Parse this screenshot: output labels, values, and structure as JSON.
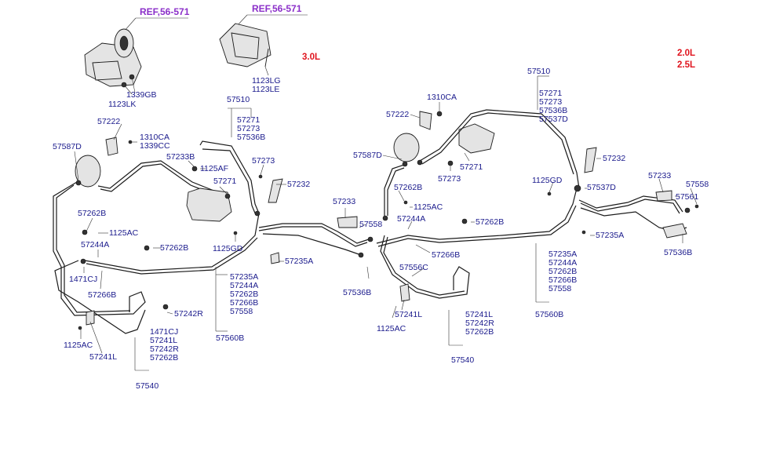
{
  "refs": {
    "ref_left": "REF,56-571",
    "ref_mid": "REF,56-571"
  },
  "engines": {
    "e30": "3.0L",
    "e20": "2.0L",
    "e25": "2.5L"
  },
  "labels": {
    "l1339GB": "1339GB",
    "l1123LK": "1123LK",
    "l1123LG": "1123LG",
    "l1123LE": "1123LE",
    "l57510a": "57510",
    "l57222a": "57222",
    "l1310CAa": "1310CA",
    "l1339CC": "1339CC",
    "l57587Da": "57587D",
    "l57233B": "57233B",
    "l1125AF": "1125AF",
    "l57273a": "57273",
    "l57232a": "57232",
    "l57271a": "57271",
    "l57262Ba": "57262B",
    "l1125ACa": "1125AC",
    "l57244Aa": "57244A",
    "l57262Bb": "57262B",
    "l1471CJa": "1471CJ",
    "l57266Ba": "57266B",
    "l57242Ra": "57242R",
    "l1125ACb": "1125AC",
    "l57241La": "57241L",
    "l1125GDa": "1125GD",
    "l57235Aa": "57235A",
    "l57560Ba": "57560B",
    "l57540a": "57540",
    "l57233a": "57233",
    "l57558a": "57558",
    "l57536Ba": "57536B",
    "l57222b": "57222",
    "l1310CAb": "1310CA",
    "l57587Db": "57587D",
    "l57273b": "57273",
    "l57271b": "57271",
    "l57262Bc": "57262B",
    "l1125ACc": "1125AC",
    "l57244Ab": "57244A",
    "l57262Bd": "57262B",
    "l57266Bb": "57266B",
    "l57556C": "57556C",
    "l57241Lb": "57241L",
    "l1125ACd": "1125AC",
    "l57540b": "57540",
    "l57510b": "57510",
    "l57232b": "57232",
    "l1125GDb": "1125GD",
    "l57537Da": "57537D",
    "l57235Ab": "57235A",
    "l57560Bb": "57560B",
    "l57233b": "57233",
    "l57558b": "57558",
    "l57561": "57561",
    "l57536Bb": "57536B"
  },
  "stacks": {
    "s57510a": [
      "57271",
      "57273",
      "57536B"
    ],
    "s57560Ba": [
      "57235A",
      "57244A",
      "57262B",
      "57266B",
      "57558"
    ],
    "s57540a": [
      "1471CJ",
      "57241L",
      "57242R",
      "57262B"
    ],
    "s57540b": [
      "57241L",
      "57242R",
      "57262B"
    ],
    "s57510b": [
      "57271",
      "57273",
      "57536B",
      "57537D"
    ],
    "s57560Bb": [
      "57235A",
      "57244A",
      "57262B",
      "57266B",
      "57558"
    ]
  },
  "colors": {
    "ref": "#8b2fc9",
    "engine": "#e0141e",
    "label": "#1a1a8c",
    "line": "#1b1b1b"
  }
}
